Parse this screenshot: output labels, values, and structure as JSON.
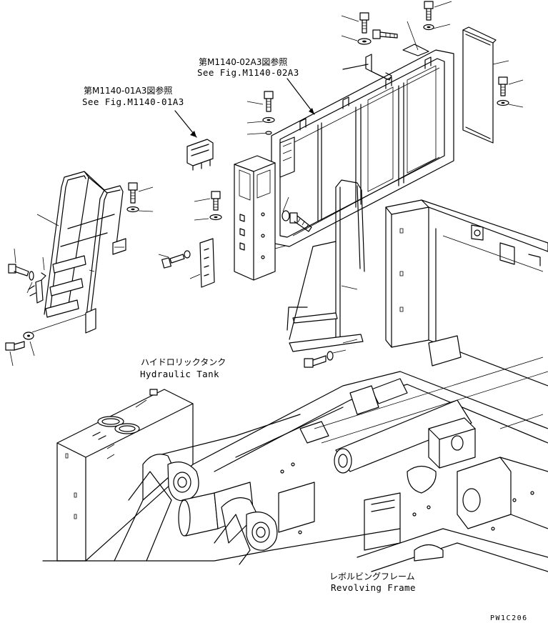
{
  "labels": {
    "ref_02a3_jp": "第M1140-02A3図参照",
    "ref_02a3_en": "See Fig.M1140-02A3",
    "ref_01a3_jp": "第M1140-01A3図参照",
    "ref_01a3_en": "See Fig.M1140-01A3",
    "tank_jp": "ハイドロリックタンク",
    "tank_en": "Hydraulic Tank",
    "frame_jp": "レボルビングフレーム",
    "frame_en": "Revolving Frame",
    "drawing_code": "PW1C206"
  }
}
